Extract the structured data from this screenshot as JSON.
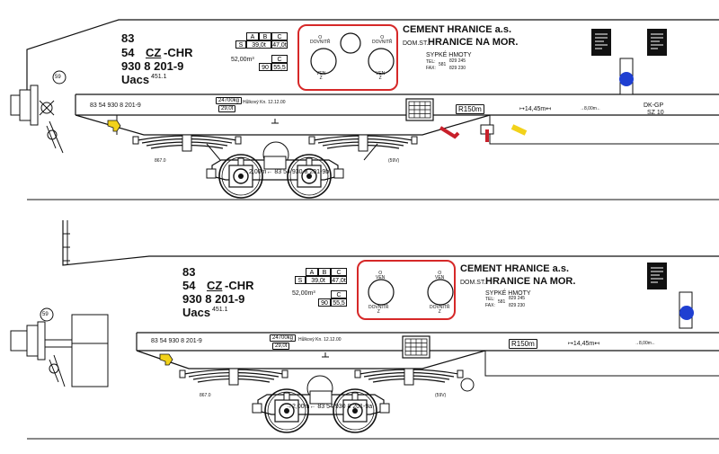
{
  "wagons": [
    {
      "id_lines": {
        "l1": "83",
        "l2a": "54",
        "l2b": "CZ",
        "l2c": "-CHR",
        "l3": "930 8 201-9",
        "l4": "Uacs",
        "l4sup": "451.1"
      },
      "axle_table": {
        "h": [
          "A",
          "B",
          "C"
        ],
        "s": "S",
        "s_val": "39,0t",
        "sc_val": "47,0t",
        "c": "C",
        "c_left": "90",
        "c_right": "55,5",
        "volume": "52,00m³"
      },
      "doors": {
        "top_left": "O\nDOVNITŘ",
        "top_right": "O\nDOVNITŘ",
        "bot_left": "VEN\nZ",
        "bot_right": "VEN\nZ"
      },
      "owner": {
        "name": "CEMENT HRANICE a.s.",
        "domst_label": "DOM.ST.:",
        "domst": "HRANICE NA MOR.",
        "cargo": "SYPKÉ HMOTY",
        "tel_label": "TEL:",
        "fax_label": "FAX:",
        "prefix": "581",
        "tel": "829 245",
        "fax": "829 230"
      },
      "frame_number": "83 54 930 8 201-9",
      "weight_plate": {
        "top": "24700kg",
        "bot": "29,0t",
        "note": "Hůlkový Kn. 12.12.00"
      },
      "r_plate": "R150m",
      "length": "↦14,45m↤",
      "span": "→8,00m←",
      "dk": "DK-GP",
      "sz": "SZ 10",
      "bogie_number": "→2,00m←  83 54 930 8 201-9b",
      "bogie_left": "867.0",
      "bogie_right": "(59V)",
      "circle_mark": "59"
    },
    {
      "id_lines": {
        "l1": "83",
        "l2a": "54",
        "l2b": "CZ",
        "l2c": "-CHR",
        "l3": "930 8 201-9",
        "l4": "Uacs",
        "l4sup": "451.1"
      },
      "axle_table": {
        "h": [
          "A",
          "B",
          "C"
        ],
        "s": "S",
        "s_val": "39,0t",
        "sc_val": "47,0t",
        "c": "C",
        "c_left": "90",
        "c_right": "55,5",
        "volume": "52,00m³"
      },
      "doors": {
        "top_left": "O\nVEN",
        "top_right": "O\nVEN",
        "bot_left": "DOVNITŘ\nZ",
        "bot_right": "DOVNITŘ\nZ"
      },
      "owner": {
        "name": "CEMENT HRANICE a.s.",
        "domst_label": "DOM.ST.:",
        "domst": "HRANICE NA MOR.",
        "cargo": "SYPKÉ HMOTY",
        "tel_label": "TEL:",
        "fax_label": "FAX:",
        "prefix": "581",
        "tel": "829 245",
        "fax": "829 230"
      },
      "frame_number": "83 54 930 8 201-9",
      "weight_plate": {
        "top": "24700kg",
        "bot": "29,0t",
        "note": "Hůlkový Kn. 12.12.00"
      },
      "r_plate": "R150m",
      "length": "↦14,45m↤",
      "span": "→8,00m←",
      "bogie_number": "→2,00m←  83 54 930 8 201-9a",
      "bogie_left": "867.0",
      "bogie_right": "(59V)",
      "circle_mark": "59"
    }
  ],
  "colors": {
    "door_frame": "#d62828",
    "lamp": "#1f3fd1",
    "coupler": "#f2d21a",
    "lever_red": "#c8202a",
    "lever_yellow": "#f2d21a"
  }
}
